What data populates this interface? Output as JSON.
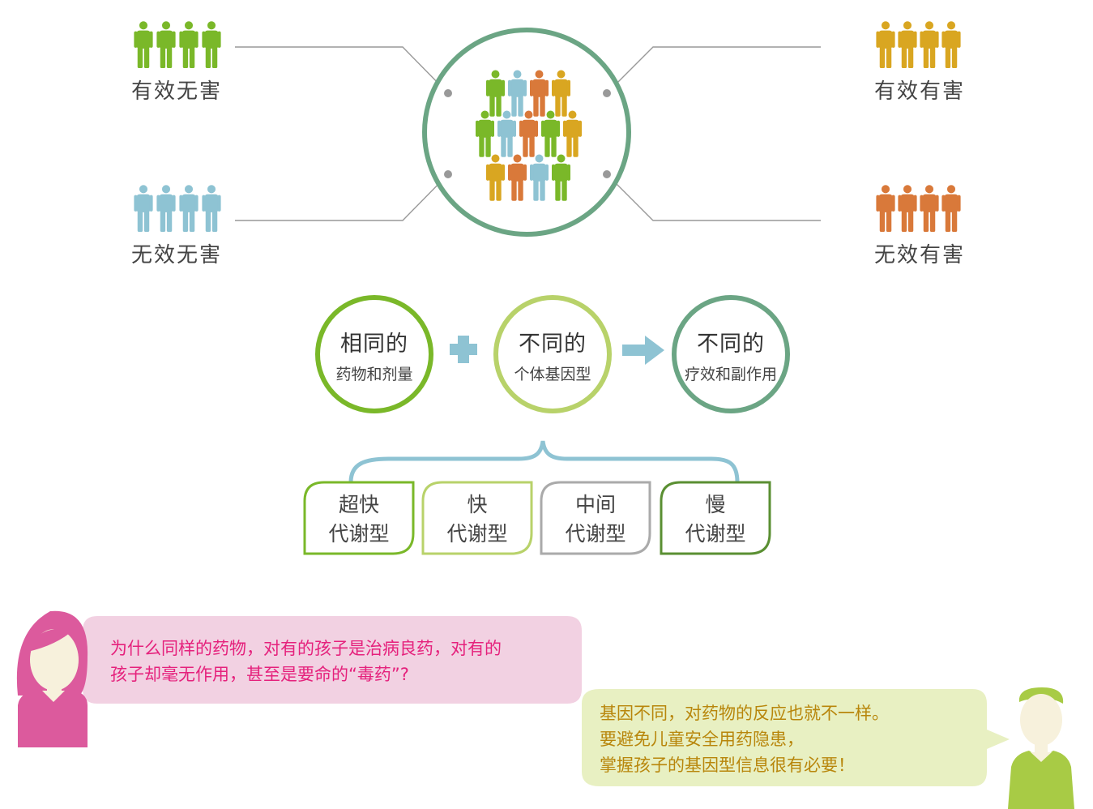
{
  "groups": {
    "top_left": {
      "label": "有效无害",
      "color": "#7ab829"
    },
    "bottom_left": {
      "label": "无效无害",
      "color": "#8ec3d3"
    },
    "top_right": {
      "label": "有效有害",
      "color": "#d9a621"
    },
    "bottom_right": {
      "label": "无效有害",
      "color": "#d9793a"
    }
  },
  "process": {
    "same": {
      "title": "相同的",
      "sub": "药物和剂量",
      "color": "#7ab829"
    },
    "different_genotype": {
      "title": "不同的",
      "sub": "个体基因型",
      "color": "#b8d26a"
    },
    "different_effect": {
      "title": "不同的",
      "sub": "疗效和副作用",
      "color": "#6ba584"
    },
    "plus_color": "#8ec3d3",
    "arrow_color": "#8ec3d3"
  },
  "metabolizers": [
    {
      "line1": "超快",
      "line2": "代谢型",
      "color": "#7ab829"
    },
    {
      "line1": "快",
      "line2": "代谢型",
      "color": "#b8d26a"
    },
    {
      "line1": "中间",
      "line2": "代谢型",
      "color": "#aaaaaa"
    },
    {
      "line1": "慢",
      "line2": "代谢型",
      "color": "#5a8f32"
    }
  ],
  "dialogue": {
    "question": {
      "line1": "为什么同样的药物，对有的孩子是治病良药，对有的",
      "line2": "孩子却毫无作用，甚至是要命的“毒药”?",
      "bubble_color": "#f2d1e2",
      "avatar_color": "#dc5a9d"
    },
    "answer": {
      "line1": "基因不同，对药物的反应也就不一样。",
      "line2": "要避免儿童安全用药隐患，",
      "line3": "掌握孩子的基因型信息很有必要！",
      "bubble_color": "#e8f0c2",
      "avatar_color": "#a8cb45"
    }
  }
}
